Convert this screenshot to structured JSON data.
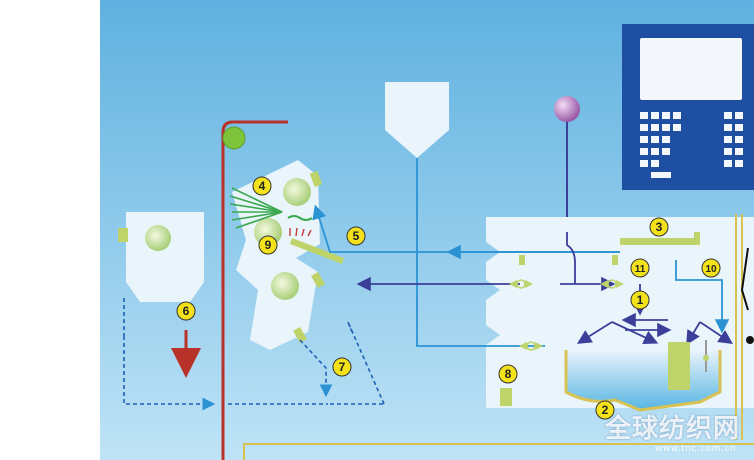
{
  "diagram": {
    "callouts": [
      {
        "id": "c1",
        "label": "1"
      },
      {
        "id": "c2",
        "label": "2"
      },
      {
        "id": "c3",
        "label": "3"
      },
      {
        "id": "c4",
        "label": "4"
      },
      {
        "id": "c5",
        "label": "5"
      },
      {
        "id": "c6",
        "label": "6"
      },
      {
        "id": "c7",
        "label": "7"
      },
      {
        "id": "c8",
        "label": "8"
      },
      {
        "id": "c9",
        "label": "9"
      },
      {
        "id": "c10",
        "label": "10"
      },
      {
        "id": "c11",
        "label": "11"
      }
    ]
  },
  "watermark": {
    "text": "全球纺织网",
    "url": "www.tnc.com.cn"
  },
  "colors": {
    "background_gradient_top": "#5fb1e0",
    "background_gradient_bottom": "#bfe3f6",
    "machine": "#e9f4fb",
    "line_light_blue": "#2b93d4",
    "line_navy": "#3b3f9a",
    "belt": "#b8322a",
    "rail": "#d7c253",
    "panel": "#1f4fa3",
    "callout": "#f3e21a",
    "element_green": "#bed36a"
  }
}
